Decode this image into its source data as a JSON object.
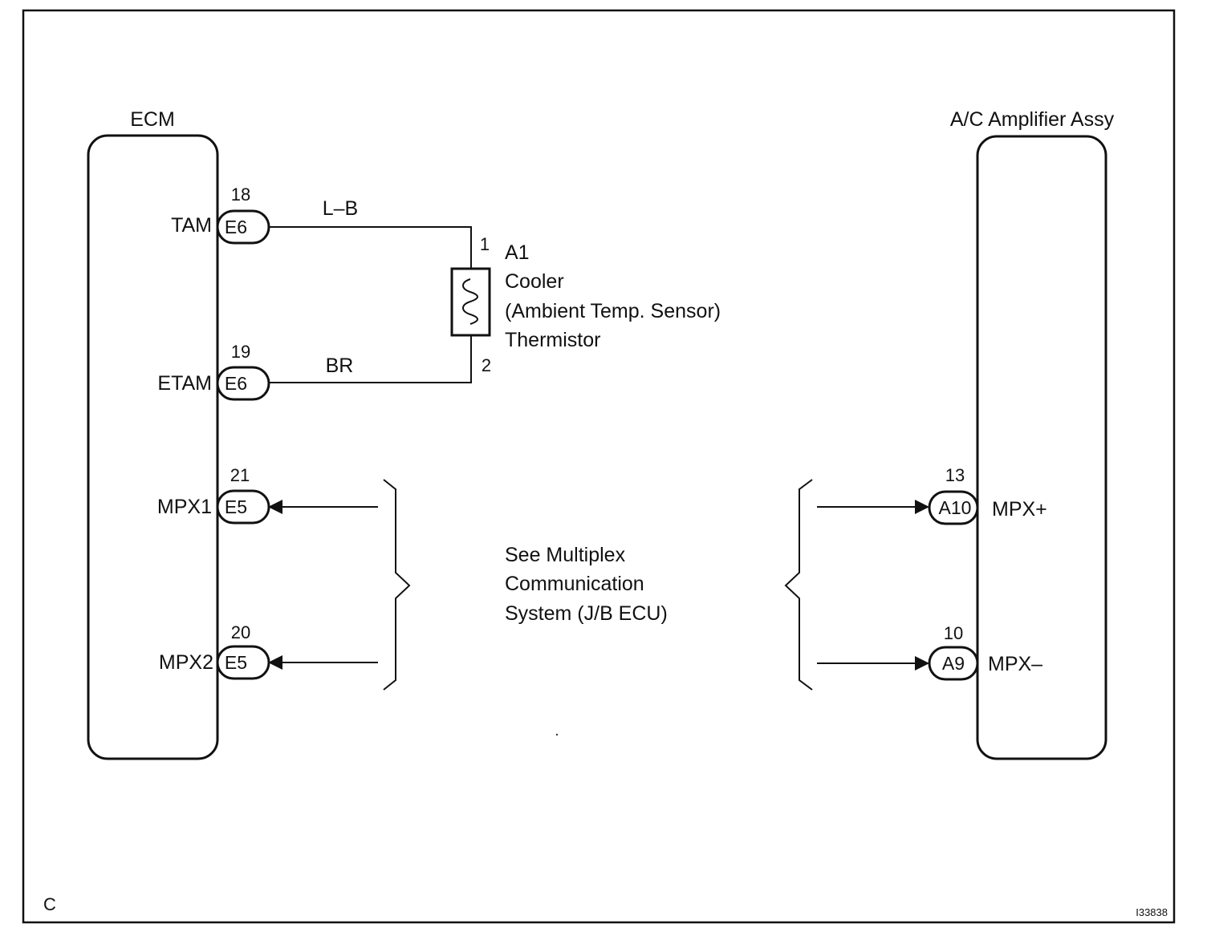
{
  "ecm": {
    "title": "ECM",
    "terminals": [
      {
        "name": "TAM",
        "pin": "18",
        "connector": "E6"
      },
      {
        "name": "ETAM",
        "pin": "19",
        "connector": "E6"
      },
      {
        "name": "MPX1",
        "pin": "21",
        "connector": "E5"
      },
      {
        "name": "MPX2",
        "pin": "20",
        "connector": "E5"
      }
    ]
  },
  "amplifier": {
    "title": "A/C Amplifier Assy",
    "terminals": [
      {
        "name": "MPX+",
        "pin": "13",
        "connector": "A10"
      },
      {
        "name": "MPX–",
        "pin": "10",
        "connector": "A9"
      }
    ]
  },
  "wires": {
    "tam": "L–B",
    "etam": "BR"
  },
  "sensor": {
    "pin_top": "1",
    "pin_bottom": "2",
    "lines": [
      "A1",
      "Cooler",
      "(Ambient Temp. Sensor)",
      "Thermistor"
    ]
  },
  "note": {
    "lines": [
      "See Multiplex",
      "Communication",
      "System (J/B ECU)"
    ]
  },
  "corner_label": "C",
  "figure_id": "I33838"
}
